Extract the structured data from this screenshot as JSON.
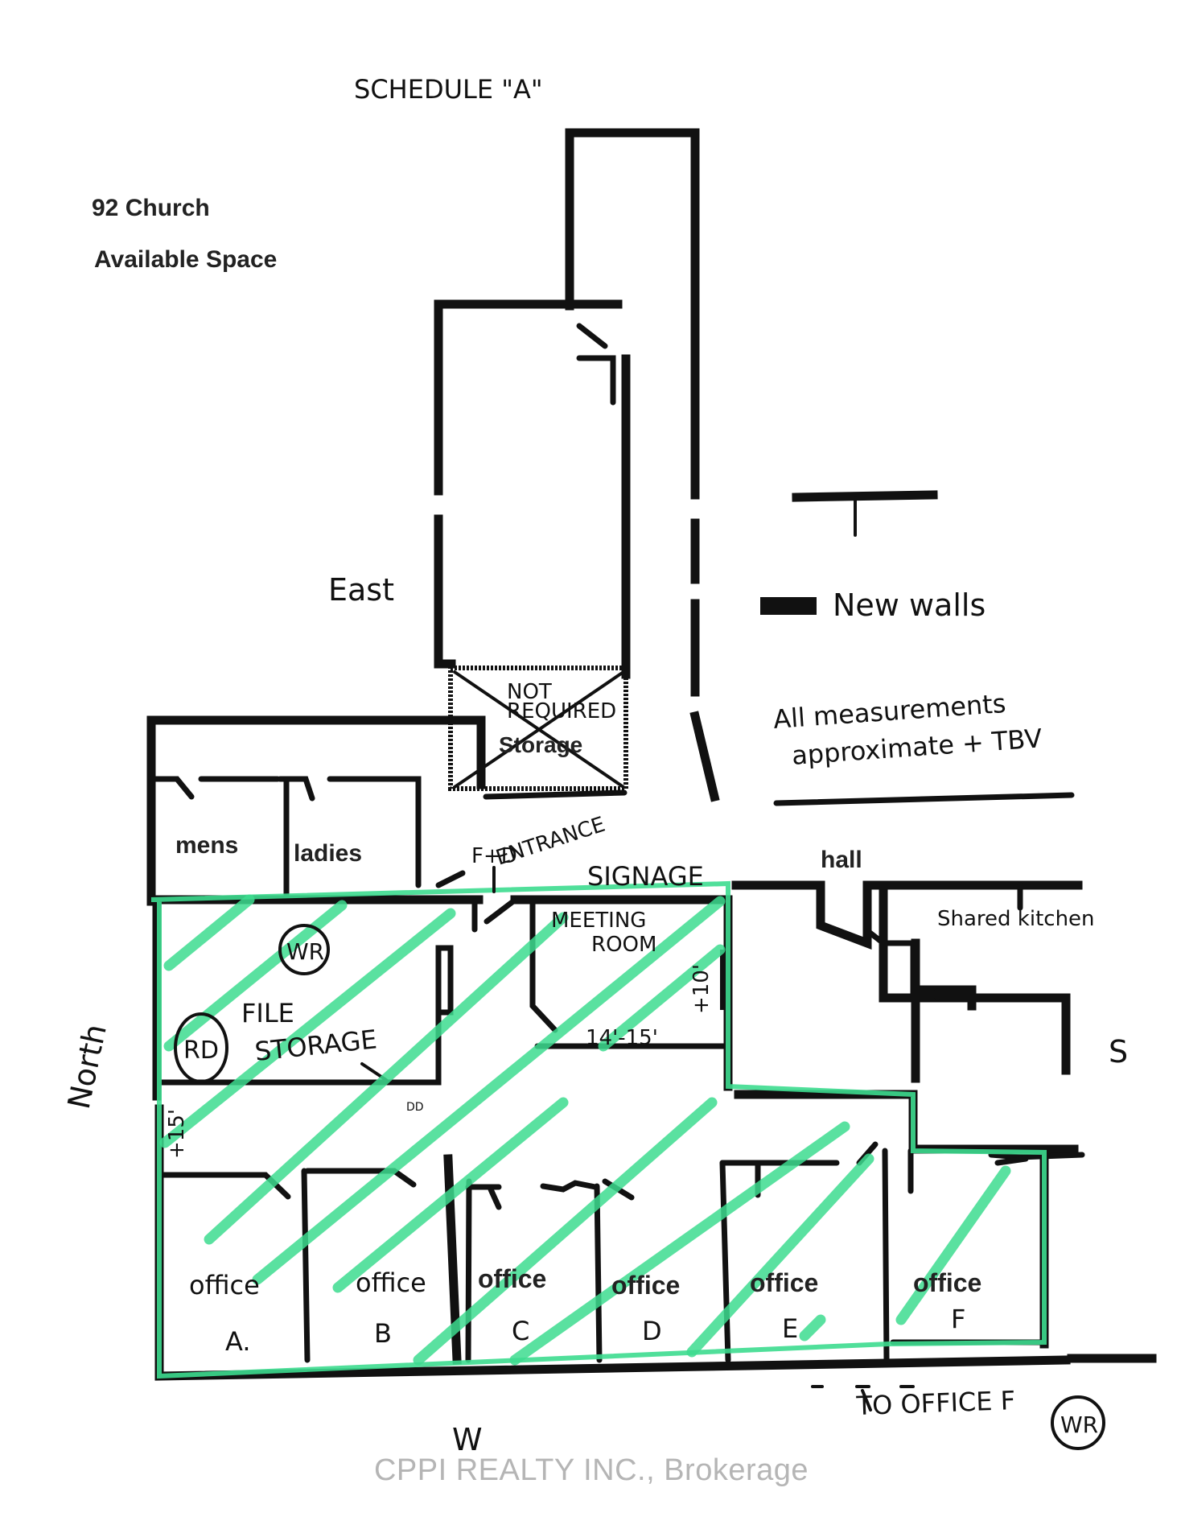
{
  "header": {
    "schedule_title": "SCHEDULE \"A\"",
    "property_line1": "92 Church",
    "property_line2": "Available Space"
  },
  "legend": {
    "new_walls_label": "New walls",
    "note_line1": "All measurements",
    "note_line2": "approximate + TBV"
  },
  "compass": {
    "east": "East",
    "south": "S",
    "west": "W",
    "north": "North"
  },
  "rooms": {
    "storage": "Storage",
    "not_required_line1": "NOT",
    "not_required_line2": "REQUIRED",
    "mens": "mens",
    "ladies": "ladies",
    "hall": "hall",
    "shared_kitchen": "Shared kitchen",
    "meeting_room_line1": "MEETING",
    "meeting_room_line2": "ROOM",
    "meeting_dim_width": "14'-15'",
    "meeting_dim_depth": "+10'",
    "file_storage_line1": "FILE",
    "file_storage_line2": "STORAGE",
    "file_storage_dim": "+15'",
    "fd_entrance_line1": "F+D",
    "fd_entrance_line2": "ENTRANCE",
    "signage": "SIGNAGE",
    "rd_mark": "RD",
    "dd_mark": "DD",
    "wr_mark": "WR",
    "to_office_f": "TO OFFICE F",
    "offices": [
      {
        "word": "office",
        "letter": "A."
      },
      {
        "word": "office",
        "letter": "B"
      },
      {
        "word": "office",
        "letter": "C"
      },
      {
        "word": "office",
        "letter": "D"
      },
      {
        "word": "office",
        "letter": "E"
      },
      {
        "word": "office",
        "letter": "F"
      }
    ]
  },
  "watermark": "CPPI REALTY INC., Brokerage",
  "colors": {
    "highlight": "#3ddc8f",
    "ink": "#111111"
  }
}
